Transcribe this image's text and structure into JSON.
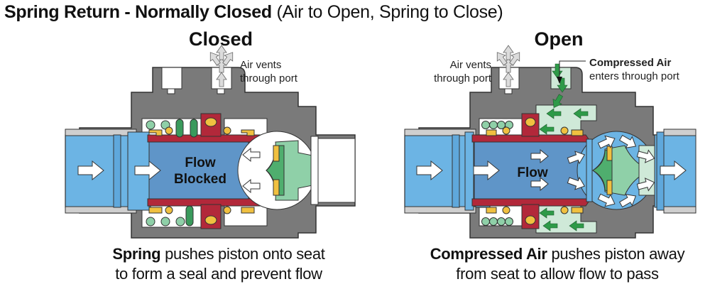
{
  "title": {
    "bold": "Spring Return - Normally Closed",
    "normal": "(Air to Open, Spring to Close)"
  },
  "panels": [
    {
      "heading": "Closed",
      "flow_label_line1": "Flow",
      "flow_label_line2": "Blocked",
      "vent_label_line1": "Air vents",
      "vent_label_line2": "through port",
      "caption_bold": "Spring",
      "caption_rest_line1": " pushes piston onto seat",
      "caption_line2": "to form a seal and prevent flow"
    },
    {
      "heading": "Open",
      "flow_label_line1": "Flow",
      "vent_label_line1": "Air vents",
      "vent_label_line2": "through port",
      "air_label_bold": "Compressed Air",
      "air_label_line2": "enters through port",
      "caption_bold": "Compressed Air",
      "caption_rest_line1": " pushes piston away",
      "caption_line2": "from seat to allow flow to pass"
    }
  ],
  "colors": {
    "body_gray": "#7a7a7a",
    "body_dark": "#5f5f5f",
    "fluid_blue": "#6cb4e4",
    "pipe_blue": "#5fa8dc",
    "piston_red": "#b2283a",
    "seal_yellow": "#f0c040",
    "spring_green": "#3a9a5c",
    "spring_light": "#8fd0a8",
    "air_green": "#cfe9d8",
    "seat_green": "#4fae6e",
    "arrow_white": "#ffffff",
    "arrow_green": "#2e9a48"
  }
}
